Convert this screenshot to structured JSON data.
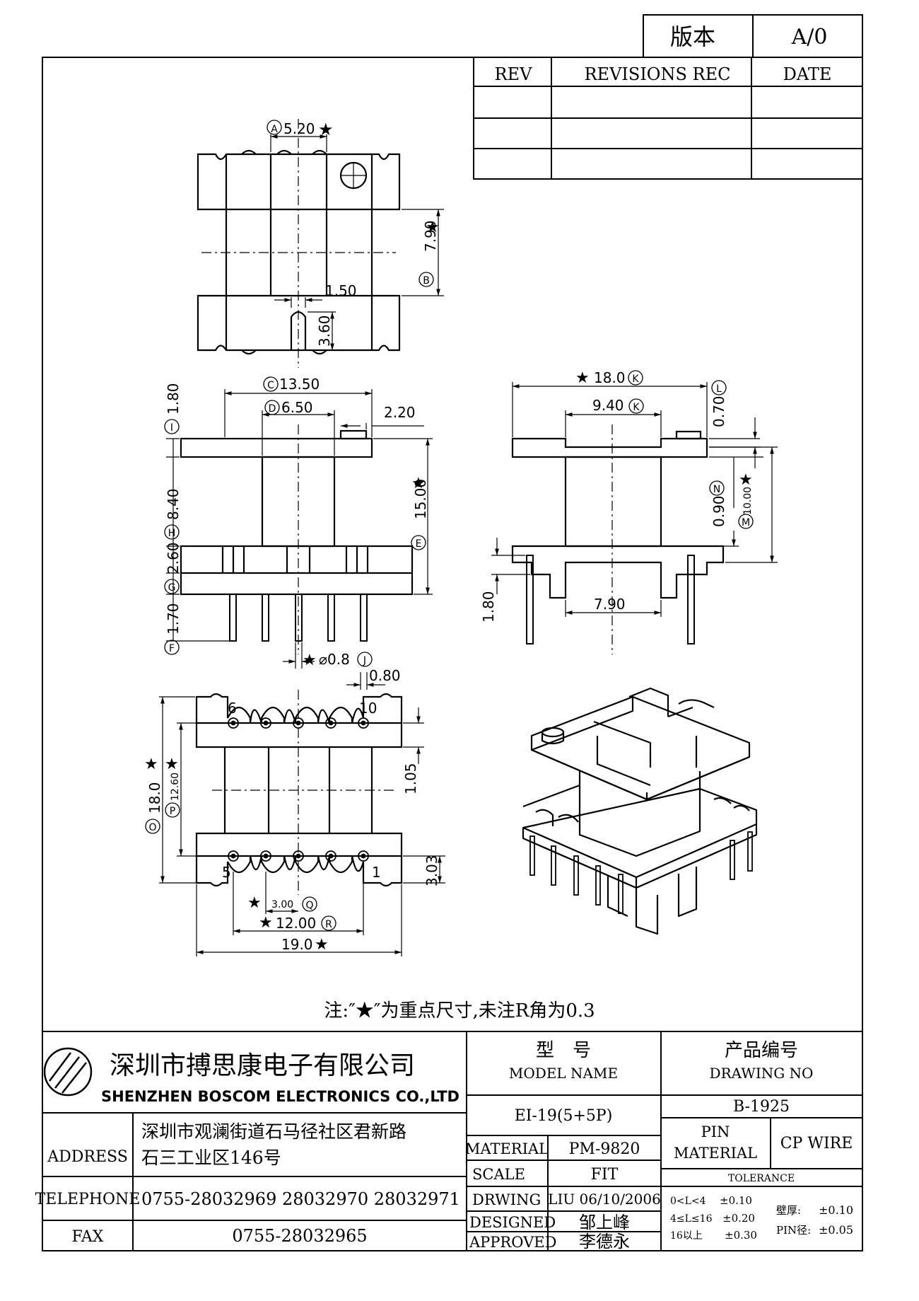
{
  "version_box": {
    "label": "版本",
    "value": "A/0"
  },
  "revisions": {
    "rev": "REV",
    "rec": "REVISIONS REC",
    "date": "DATE"
  },
  "top_view": {
    "dim_a": "5.20",
    "dim_b": "7.90",
    "slot_w": "1.50",
    "slot_h": "3.60",
    "tag_a": "A",
    "tag_b": "B"
  },
  "front_view": {
    "dim_c": "13.50",
    "dim_d": "6.50",
    "dim_tab": "2.20",
    "dim_e": "15.00",
    "dim_i": "1.80",
    "dim_h": "8.40",
    "dim_g": "2.60",
    "dim_f": "1.70",
    "dim_j": "⌀0.8",
    "dim_pin_gap": "0.80",
    "tag_c": "C",
    "tag_d": "D",
    "tag_e": "E",
    "tag_f": "F",
    "tag_g": "G",
    "tag_h": "H",
    "tag_i": "I",
    "tag_j": "J"
  },
  "side_view": {
    "dim_k_outer": "18.0",
    "dim_k_inner": "9.40",
    "dim_l": "0.70",
    "dim_n": "0.90",
    "dim_m": "10.00",
    "dim_base": "7.90",
    "dim_pin": "1.80",
    "tag_k": "K",
    "tag_l": "L",
    "tag_m": "M",
    "tag_n": "N"
  },
  "bottom_view": {
    "dim_o": "18.0",
    "dim_p": "12.60",
    "dim_q": "3.00",
    "dim_r": "12.00",
    "dim_total": "19.0",
    "dim_105": "1.05",
    "dim_303": "3.03",
    "pin_6": "6",
    "pin_10": "10",
    "pin_5": "5",
    "pin_1": "1",
    "tag_o": "O",
    "tag_p": "P",
    "tag_q": "Q",
    "tag_r": "R"
  },
  "note": "注:″★″为重点尺寸,未注R角为0.3",
  "company": {
    "name_cn": "深圳市搏思康电子有限公司",
    "name_en": "SHENZHEN BOSCOM ELECTRONICS CO.,LTD",
    "address_label": "ADDRESS",
    "address_line1": "深圳市观澜街道石马径社区君新路",
    "address_line2": "石三工业区146号",
    "telephone_label": "TELEPHONE",
    "telephone": "0755-28032969 28032970 28032971",
    "fax_label": "FAX",
    "fax": "0755-28032965"
  },
  "title_block": {
    "model_cn": "型　号",
    "model_en": "MODEL NAME",
    "drawing_cn": "产品编号",
    "drawing_en": "DRAWING NO",
    "model_value": "EI-19(5+5P)",
    "drawing_value": "B-1925",
    "material_label": "MATERIAL",
    "material_value": "PM-9820",
    "pin_material_label1": "PIN",
    "pin_material_label2": "MATERIAL",
    "pin_material_value": "CP WIRE",
    "scale_label": "SCALE",
    "scale_value": "FIT",
    "drwing_label": "DRWING",
    "drwing_value": "LIU 06/10/2006",
    "designed_label": "DESIGNED",
    "designed_value": "邹上峰",
    "approved_label": "APPROVED",
    "approved_value": "李德永",
    "tolerance_label": "TOLERANCE",
    "tol1": "0<L<4",
    "tol1v": "±0.10",
    "tol2": "4≤L≤16",
    "tol2v": "±0.20",
    "tol3": "16以上",
    "tol3v": "±0.30",
    "wall_label": "壁厚:",
    "wall_value": "±0.10",
    "pin_dia_label": "PIN径:",
    "pin_dia_value": "±0.05"
  }
}
